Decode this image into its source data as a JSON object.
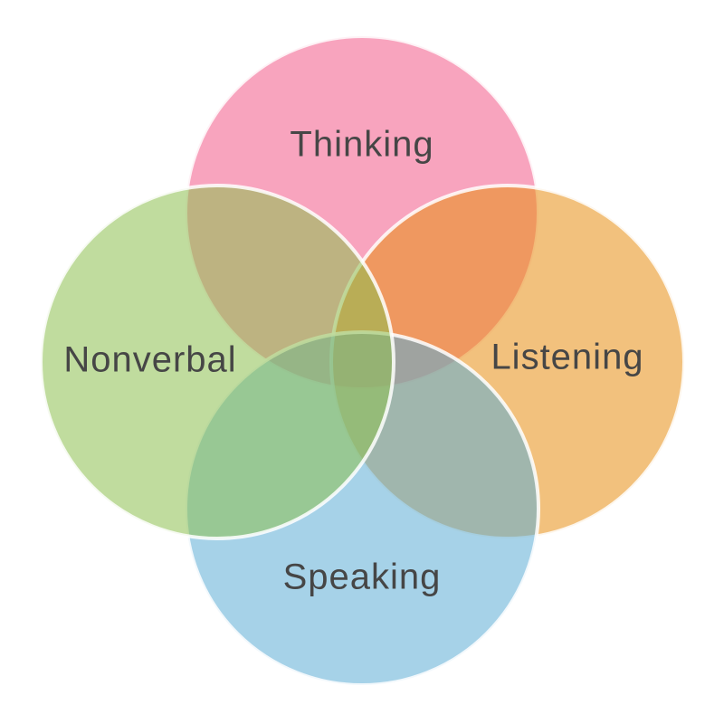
{
  "venn": {
    "type": "venn-diagram-4-sets",
    "background_color": "#ffffff",
    "label_text_color": "#464646",
    "circle_stroke_color": "#ffffff",
    "circle_fill_opacity": "0.55",
    "sets": [
      {
        "label": "Thinking",
        "position": "top",
        "color": "#F25A88",
        "display_color": "#F8A5BE"
      },
      {
        "label": "Listening",
        "position": "right",
        "color": "#E78E13",
        "display_color": "#F2C17D"
      },
      {
        "label": "Speaking",
        "position": "bottom",
        "color": "#5DADD5",
        "display_color": "#A6D2E8"
      },
      {
        "label": "Nonverbal",
        "position": "left",
        "color": "#8CBF4F",
        "display_color": "#C0DC9E"
      }
    ],
    "overlap_colors": {
      "thinking_nonverbal": "#C2B683",
      "thinking_listening": "#EE985F",
      "nonverbal_speaking": "#8BC491",
      "listening_speaking": "#9FB3AC",
      "center": "#94B374"
    }
  }
}
